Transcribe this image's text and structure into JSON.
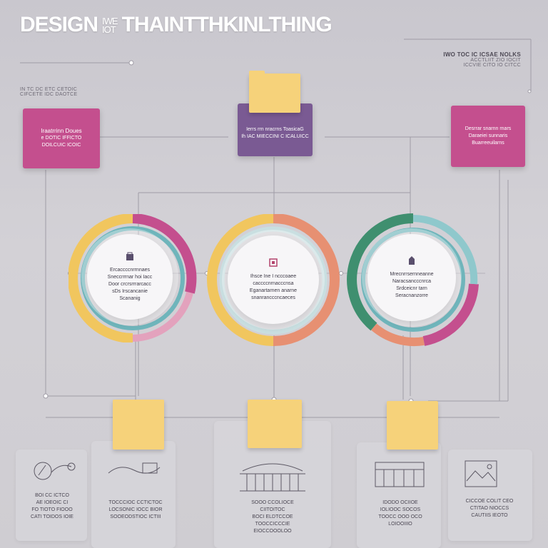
{
  "title": {
    "main_left": "DESIGN",
    "small_top": "IWE",
    "small_bottom": "IOT",
    "main_right": "THAINTTHKINLTHING"
  },
  "top_right_note": {
    "line1": "IWO TOC IC ICSAE NOLKS",
    "line2": "ACCTLIIT ZIO IOCIT",
    "line3": "ICCVIE CITO IO CITCC"
  },
  "top_left_caption": {
    "line1": "IN TC DC ETC CETOIC",
    "line2": "CIFCETE IDC DAOTCE"
  },
  "cards": {
    "left": {
      "line1": "Iraatrrinn Doues",
      "line2": "e DOTIC IFFICTO",
      "line3": "DOILCUIC ICOIC"
    },
    "center": {
      "line1": "Ierrs rrn nracrns ToasicaG",
      "line2": "Ih IAC MIECCINI C ICALUICC"
    },
    "right": {
      "line1": "Desrrar snarnn rnars",
      "line2": "Daraeiei sunnaris",
      "line3": "Buarreeuilarns"
    }
  },
  "circles": [
    {
      "icon": "bag-icon",
      "lines": [
        "Ercaccccnrrnnaes",
        "Sneccrrrnar hoi Iacc",
        "Door crcrsrrrarcacc",
        "sDs Irscancanie",
        "Scananig"
      ]
    },
    {
      "icon": "frame-icon",
      "lines": [
        "Ihsce Ine I ncccoaee",
        "caccccnrnacccnsa",
        "Eganartarnen anarne",
        "snanrancccncaeces"
      ]
    },
    {
      "icon": "tower-icon",
      "lines": [
        "Mrecnrrsernneanne",
        "Naracsancccnrca",
        "Srdceicnr tarn",
        "Seracnanzorre"
      ]
    }
  ],
  "bottom_panels": [
    {
      "icon": "sketch-icon",
      "lines": [
        "BOI CC ICTCO",
        "AE IOEOIC CI",
        "FO TIOTO FIOOO",
        "CATI TOIDOS IOIE"
      ]
    },
    {
      "icon": "brush-icon",
      "lines": [
        "TOCCCIOC CCTICTOC",
        "LOCSONIC IOCC BIOR",
        "SOOEODSTIOC ICTIII"
      ]
    },
    {
      "icon": "building-icon",
      "lines": [
        "SOOO CCOLIOCE",
        "CIITOITOC",
        "BOCI ELDTCCOE",
        "TOOCCICCCIE",
        "EIOCCOOOLOO"
      ]
    },
    {
      "icon": "station-icon",
      "lines": [
        "IDODO OCIIOE",
        "IOLIOOC SOCOS",
        "TOOCC OOO OCO",
        "LOIOOIIIO"
      ]
    },
    {
      "icon": "landscape-icon",
      "lines": [
        "CICCOE COLIT CEO",
        "CTITAO NIOCCS",
        "CAUTIIS IEOTO"
      ]
    }
  ],
  "colors": {
    "magenta": "#c44f8e",
    "purple": "#7a5a93",
    "yellow": "#f6d27a",
    "teal": "#6fb5bb",
    "green": "#3f8f6f",
    "coral": "#e79072"
  }
}
